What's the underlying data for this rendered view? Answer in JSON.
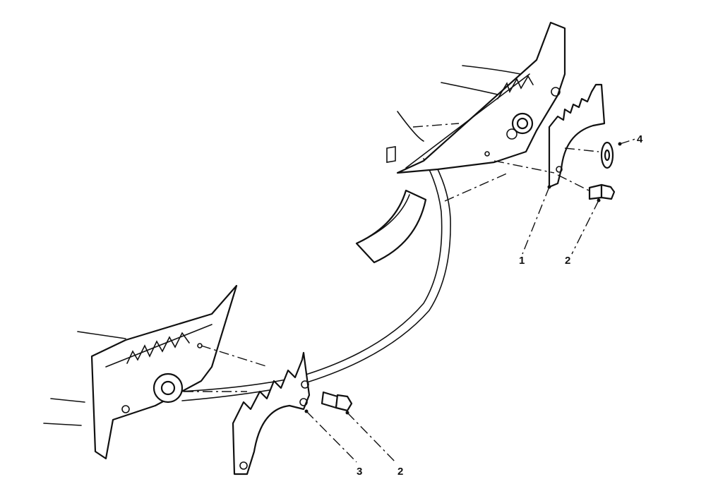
{
  "callouts": {
    "c1": "1",
    "c2_upper": "2",
    "c4": "4",
    "c3": "3",
    "c2_lower": "2"
  }
}
